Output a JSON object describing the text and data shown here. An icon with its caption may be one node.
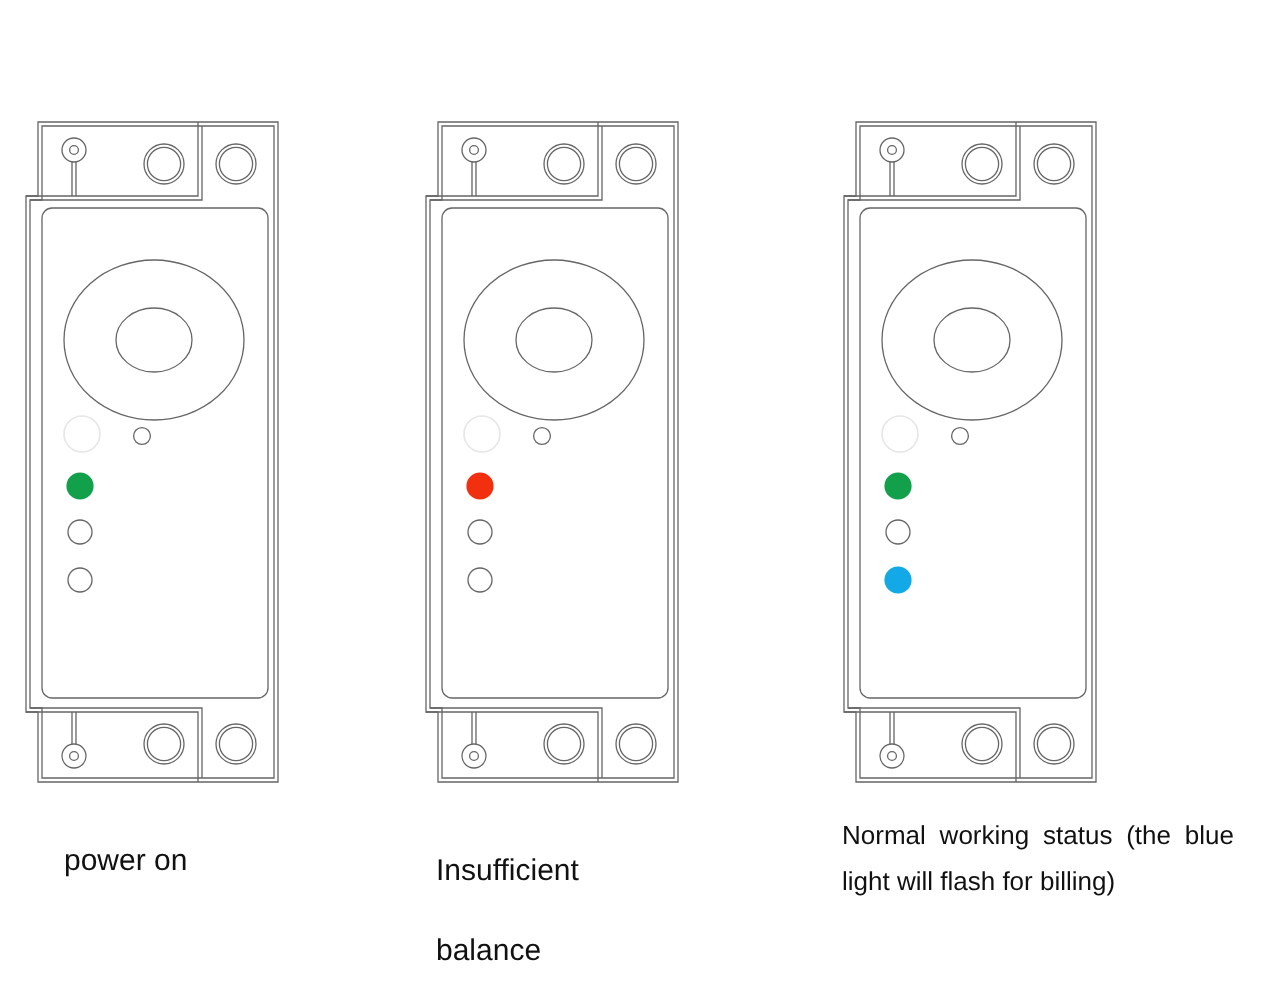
{
  "diagram": {
    "nodes": [
      {
        "text": [],
        "shape": "picture",
        "beside": [
          "power on"
        ]
      },
      {
        "text": [],
        "shape": "picture",
        "beside": [
          "Insufficient balance"
        ]
      },
      {
        "text": [],
        "shape": "picture",
        "beside": [
          "Normal working status (the blue light will flash for billing)"
        ]
      }
    ]
  }
}
